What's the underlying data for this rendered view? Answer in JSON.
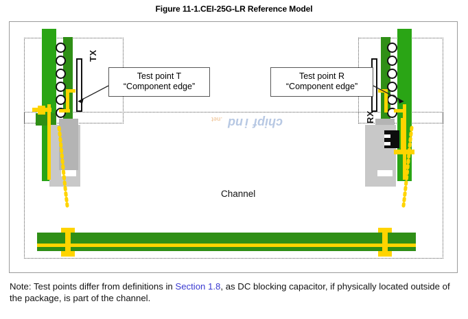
{
  "figure": {
    "title": "Figure 11-1.CEI-25G-LR Reference Model"
  },
  "diagram": {
    "channel_label": "Channel",
    "tx_label": "TX",
    "rx_label": "RX",
    "callout_tx": {
      "line1": "Test point T",
      "line2": "“Component edge”"
    },
    "callout_rx": {
      "line1": "Test point R",
      "line2": "“Component edge”"
    },
    "watermark_text": "chipfind",
    "colors": {
      "pcb_green_light": "#2aa515",
      "pcb_green_dark": "#2f8f16",
      "trace_yellow": "#ffd400",
      "connector_gray": "#b4b4b4",
      "capacitor_black": "#0d0d0d",
      "frame_gray": "#9a9a9a",
      "link_blue": "#3a3ad0"
    },
    "bga_ball_count_tx": 6,
    "bga_ball_count_rx": 6
  },
  "note": {
    "prefix": "Note: Test points differ from definitions in ",
    "link": "Section 1.8",
    "suffix": ", as DC blocking capacitor, if physically located outside of the package, is part of the channel."
  }
}
